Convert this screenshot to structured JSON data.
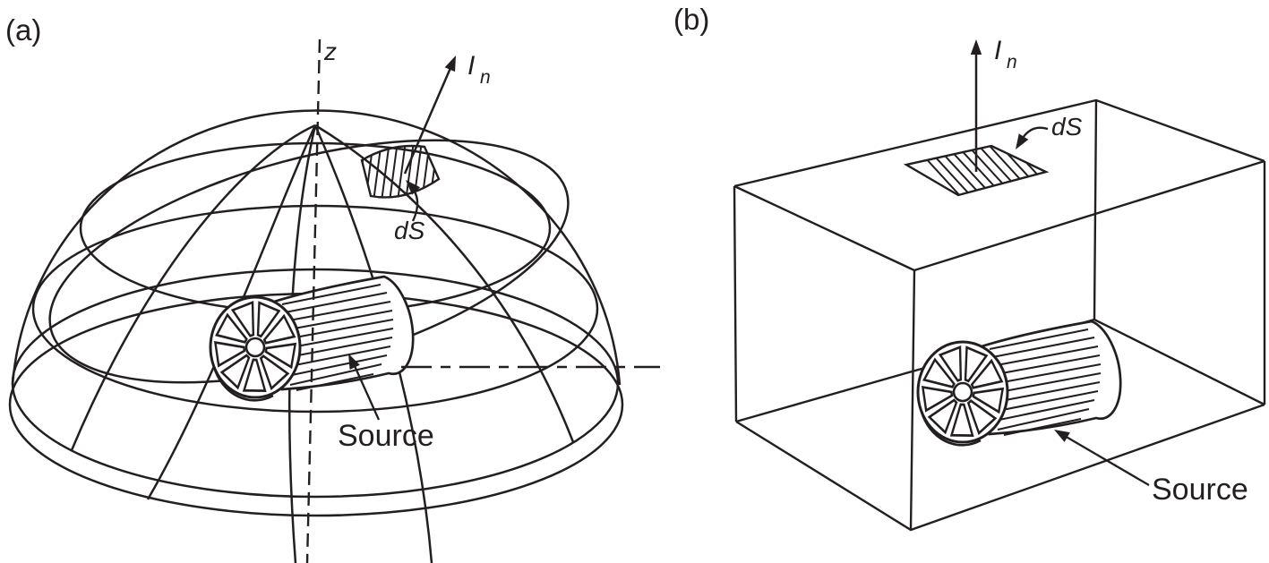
{
  "figure": {
    "background": "#ffffff",
    "ink": "#231f20",
    "panel_a": {
      "tag": "(a)",
      "axis_label": "z",
      "intensity_label": {
        "base": "I",
        "sub": "n"
      },
      "surface_element_label": "dS",
      "source_label": "Source"
    },
    "panel_b": {
      "tag": "(b)",
      "intensity_label": {
        "base": "I",
        "sub": "n"
      },
      "surface_element_label": "dS",
      "source_label": "Source"
    }
  }
}
